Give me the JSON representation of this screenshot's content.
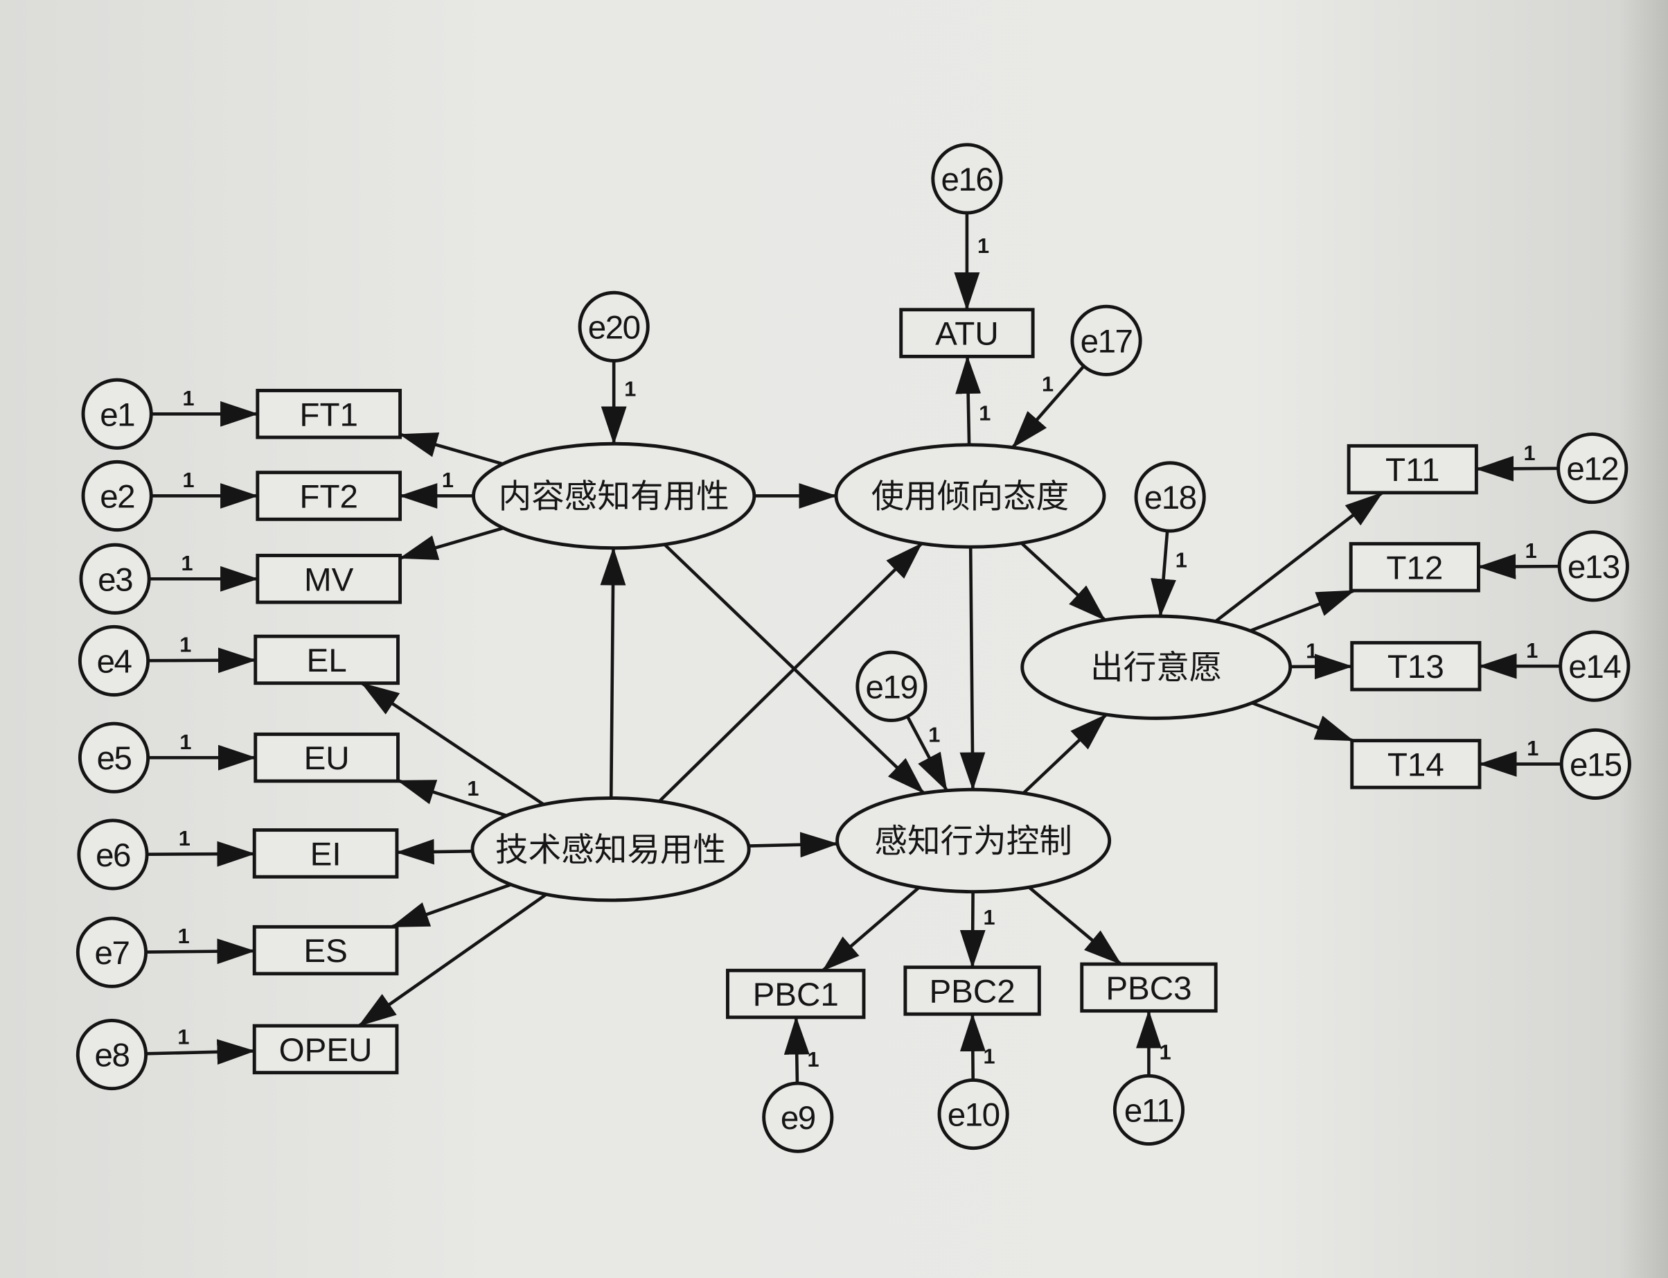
{
  "diagram": {
    "type": "structural-equation-model",
    "nodes": {
      "e1": "e1",
      "e2": "e2",
      "e3": "e3",
      "e4": "e4",
      "e5": "e5",
      "e6": "e6",
      "e7": "e7",
      "e8": "e8",
      "e9": "e9",
      "e10": "e10",
      "e11": "e11",
      "e12": "e12",
      "e13": "e13",
      "e14": "e14",
      "e15": "e15",
      "e16": "e16",
      "e17": "e17",
      "e18": "e18",
      "e19": "e19",
      "e20": "e20",
      "FT1": "FT1",
      "FT2": "FT2",
      "MV": "MV",
      "EL": "EL",
      "EU": "EU",
      "EI": "EI",
      "ES": "ES",
      "OPEU": "OPEU",
      "ATU": "ATU",
      "PBC1": "PBC1",
      "PBC2": "PBC2",
      "PBC3": "PBC3",
      "T11": "T11",
      "T12": "T12",
      "T13": "T13",
      "T14": "T14",
      "PU": "内容感知有用性",
      "PEOU": "技术感知易用性",
      "ATT": "使用倾向态度",
      "PBC": "感知行为控制",
      "INT": "出行意愿"
    },
    "edges": [
      {
        "from": "e1",
        "to": "FT1",
        "label": "1"
      },
      {
        "from": "e2",
        "to": "FT2",
        "label": "1"
      },
      {
        "from": "e3",
        "to": "MV",
        "label": "1"
      },
      {
        "from": "e4",
        "to": "EL",
        "label": "1"
      },
      {
        "from": "e5",
        "to": "EU",
        "label": "1"
      },
      {
        "from": "e6",
        "to": "EI",
        "label": "1"
      },
      {
        "from": "e7",
        "to": "ES",
        "label": "1"
      },
      {
        "from": "e8",
        "to": "OPEU",
        "label": "1"
      },
      {
        "from": "PU",
        "to": "FT1",
        "label": ""
      },
      {
        "from": "PU",
        "to": "FT2",
        "label": "1"
      },
      {
        "from": "PU",
        "to": "MV",
        "label": ""
      },
      {
        "from": "PEOU",
        "to": "EL",
        "label": ""
      },
      {
        "from": "PEOU",
        "to": "EU",
        "label": "1"
      },
      {
        "from": "PEOU",
        "to": "EI",
        "label": ""
      },
      {
        "from": "PEOU",
        "to": "ES",
        "label": ""
      },
      {
        "from": "PEOU",
        "to": "OPEU",
        "label": ""
      },
      {
        "from": "e20",
        "to": "PU",
        "label": "1"
      },
      {
        "from": "PEOU",
        "to": "PU",
        "label": ""
      },
      {
        "from": "PU",
        "to": "ATT",
        "label": ""
      },
      {
        "from": "PU",
        "to": "PBC",
        "label": ""
      },
      {
        "from": "PEOU",
        "to": "ATT",
        "label": ""
      },
      {
        "from": "PEOU",
        "to": "PBC",
        "label": ""
      },
      {
        "from": "e16",
        "to": "ATU",
        "label": "1"
      },
      {
        "from": "ATT",
        "to": "ATU",
        "label": "1"
      },
      {
        "from": "e17",
        "to": "ATT",
        "label": "1"
      },
      {
        "from": "ATT",
        "to": "PBC",
        "label": ""
      },
      {
        "from": "ATT",
        "to": "INT",
        "label": ""
      },
      {
        "from": "e18",
        "to": "INT",
        "label": "1"
      },
      {
        "from": "e19",
        "to": "PBC",
        "label": "1"
      },
      {
        "from": "PBC",
        "to": "INT",
        "label": ""
      },
      {
        "from": "PBC",
        "to": "PBC1",
        "label": ""
      },
      {
        "from": "PBC",
        "to": "PBC2",
        "label": "1"
      },
      {
        "from": "PBC",
        "to": "PBC3",
        "label": ""
      },
      {
        "from": "e9",
        "to": "PBC1",
        "label": "1"
      },
      {
        "from": "e10",
        "to": "PBC2",
        "label": "1"
      },
      {
        "from": "e11",
        "to": "PBC3",
        "label": "1"
      },
      {
        "from": "INT",
        "to": "T11",
        "label": ""
      },
      {
        "from": "INT",
        "to": "T12",
        "label": ""
      },
      {
        "from": "INT",
        "to": "T13",
        "label": "1"
      },
      {
        "from": "INT",
        "to": "T14",
        "label": ""
      },
      {
        "from": "e12",
        "to": "T11",
        "label": "1"
      },
      {
        "from": "e13",
        "to": "T12",
        "label": "1"
      },
      {
        "from": "e14",
        "to": "T13",
        "label": "1"
      },
      {
        "from": "e15",
        "to": "T14",
        "label": "1"
      }
    ]
  }
}
